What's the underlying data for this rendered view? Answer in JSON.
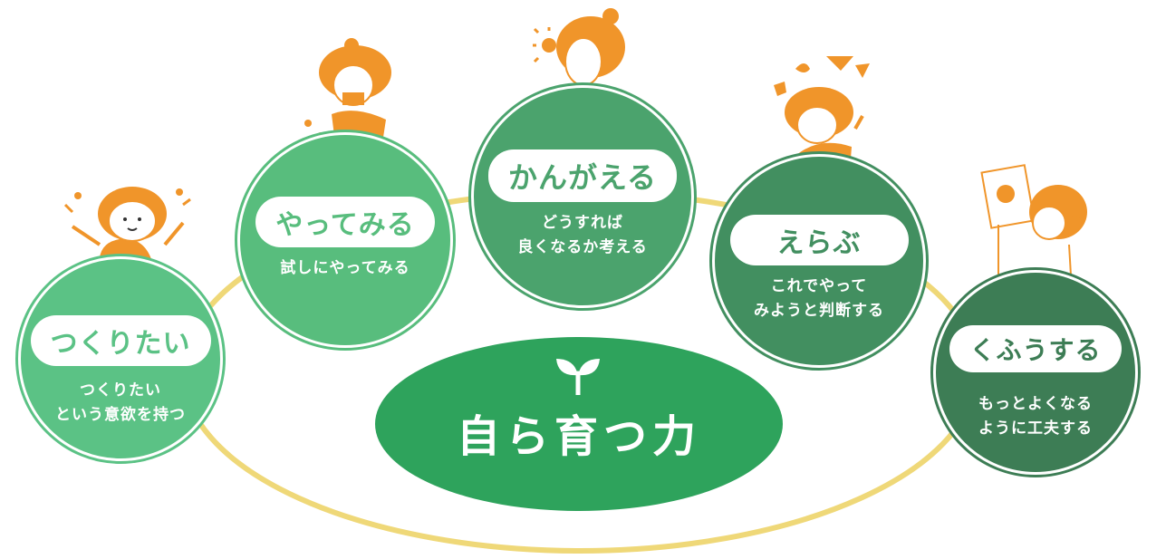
{
  "center": {
    "title": "自ら育つ力",
    "icon": "sprout-icon"
  },
  "nodes": [
    {
      "id": "tsukuritai",
      "label": "つくりたい",
      "desc": "つくりたい\nという意欲を持つ",
      "color": "#5bc285",
      "ring": "#5bc285",
      "icon": "creating-girl-icon"
    },
    {
      "id": "yattemiru",
      "label": "やってみる",
      "desc": "試しにやってみる",
      "color": "#58bd7d",
      "ring": "#58bd7d",
      "icon": "eating-girl-icon"
    },
    {
      "id": "kangaeru",
      "label": "かんがえる",
      "desc": "どうすれば\n良くなるか考える",
      "color": "#4ba36d",
      "ring": "#4ba36d",
      "icon": "thinking-girl-icon"
    },
    {
      "id": "erabu",
      "label": "えらぶ",
      "desc": "これでやって\nみようと判断する",
      "color": "#428f60",
      "ring": "#428f60",
      "icon": "choosing-girl-icon"
    },
    {
      "id": "kufuusuru",
      "label": "くふうする",
      "desc": "もっとよくなる\nように工夫する",
      "color": "#3d7d55",
      "ring": "#3d7d55",
      "icon": "drawing-girl-icon"
    }
  ],
  "colors": {
    "track": "#efd878",
    "orange": "#f0952a",
    "center": "#2ea35c"
  }
}
